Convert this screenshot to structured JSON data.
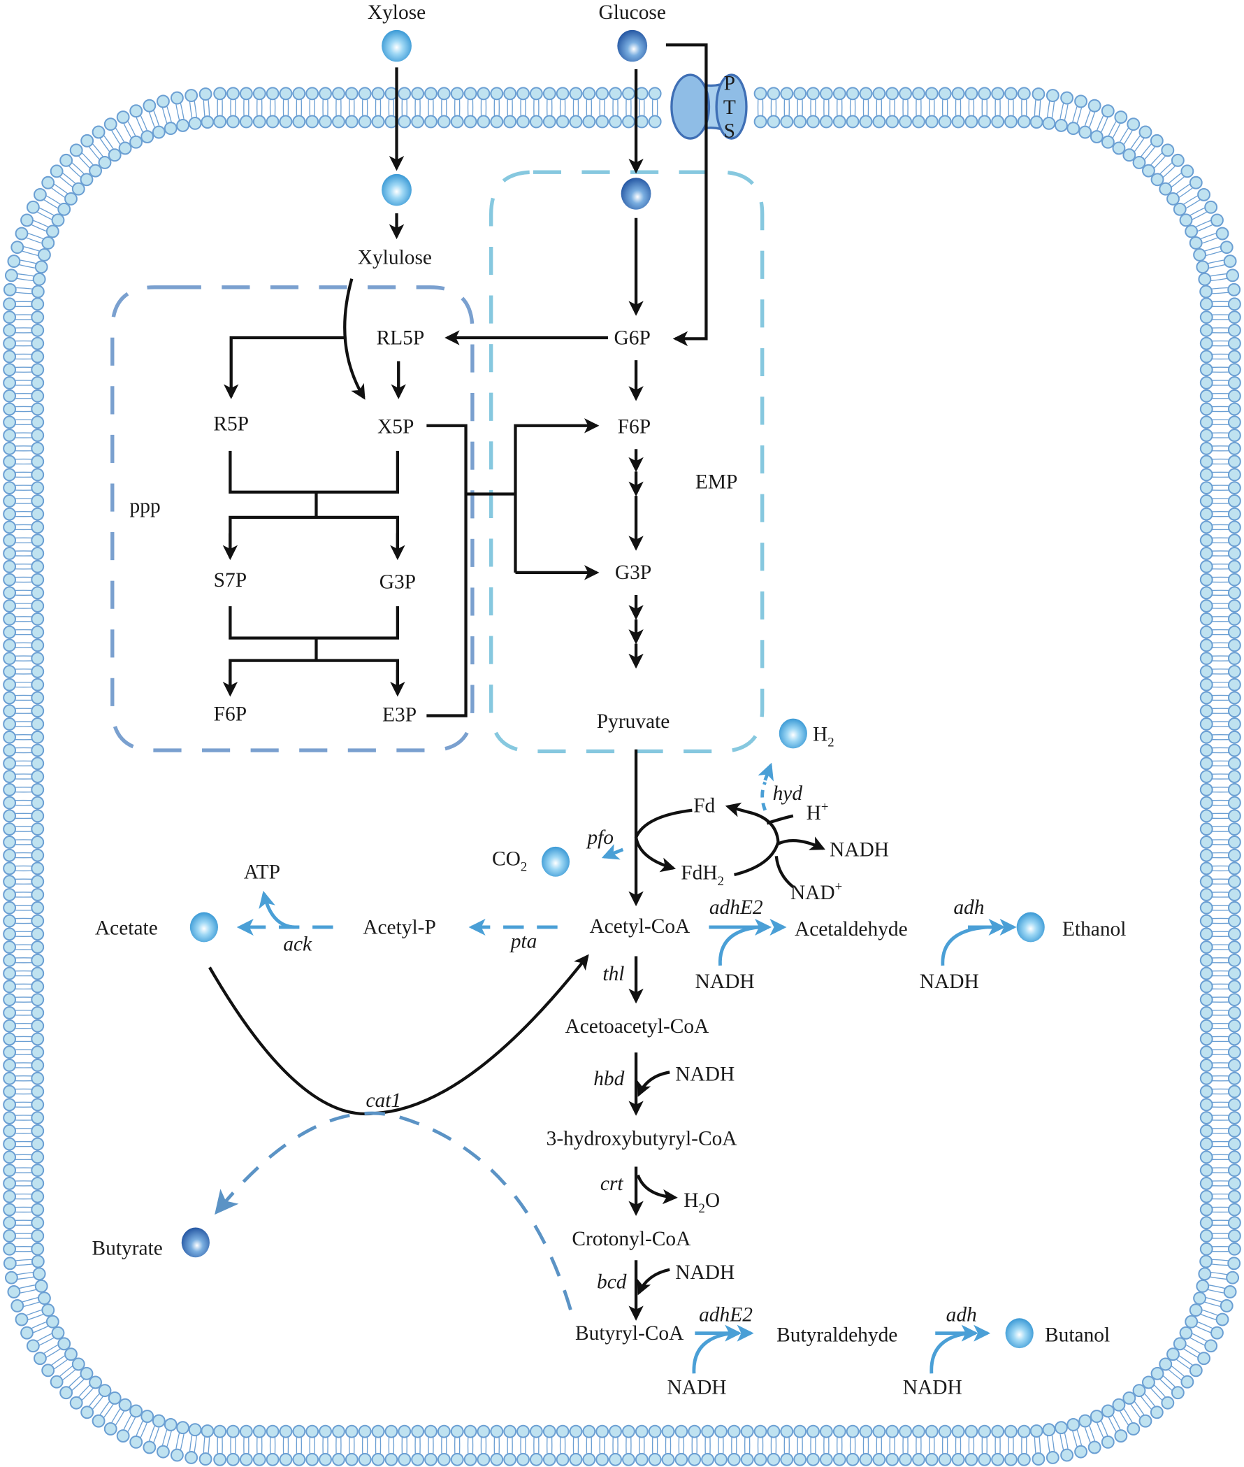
{
  "diagram": {
    "type": "metabolic-pathway",
    "membrane": {
      "transporter_label": [
        "P",
        "T",
        "S"
      ]
    },
    "colors": {
      "membrane_head": "#bfe2f0",
      "membrane_stroke": "#6b9fd3",
      "ppp_box": "#7aa0cf",
      "emp_box": "#86c8df",
      "blue_arrow": "#4a9fd6",
      "black_arrow": "#111111"
    },
    "extracellular": {
      "xylose": "Xylose",
      "glucose": "Glucose"
    },
    "modules": {
      "ppp": "ppp",
      "emp": "EMP"
    },
    "metabolites": {
      "xylulose": "Xylulose",
      "rl5p": "RL5P",
      "r5p": "R5P",
      "x5p": "X5P",
      "s7p": "S7P",
      "g3p_ppp": "G3P",
      "f6p_ppp": "F6P",
      "e3p": "E3P",
      "g6p": "G6P",
      "f6p_emp": "F6P",
      "g3p_emp": "G3P",
      "pyruvate": "Pyruvate",
      "h2": "H",
      "h2_sub": "2",
      "fd": "Fd",
      "fdh2": "FdH",
      "fdh2_sub": "2",
      "h_plus": "H",
      "h_plus_sup": "+",
      "nadh_fd": "NADH",
      "nad_plus": "NAD",
      "nad_plus_sup": "+",
      "co2": "CO",
      "co2_sub": "2",
      "atp": "ATP",
      "acetate": "Acetate",
      "acetyl_p": "Acetyl-P",
      "acetyl_coa": "Acetyl-CoA",
      "acetaldehyde": "Acetaldehyde",
      "ethanol": "Ethanol",
      "nadh_adhe2_eth": "NADH",
      "nadh_adh_eth": "NADH",
      "acetoacetyl_coa": "Acetoacetyl-CoA",
      "nadh_hbd": "NADH",
      "hydroxybutyryl_coa": "3-hydroxybutyryl-CoA",
      "h2o": "H",
      "h2o_sub": "2",
      "h2o_o": "O",
      "crotonyl_coa": "Crotonyl-CoA",
      "nadh_bcd": "NADH",
      "butyryl_coa": "Butyryl-CoA",
      "butyraldehyde": "Butyraldehyde",
      "butanol": "Butanol",
      "nadh_adhe2_but": "NADH",
      "nadh_adh_but": "NADH",
      "butyrate": "Butyrate"
    },
    "enzymes": {
      "hyd": "hyd",
      "pfo": "pfo",
      "ack": "ack",
      "pta": "pta",
      "adhE2_eth": "adhE2",
      "adh_eth": "adh",
      "thl": "thl",
      "cat1": "cat1",
      "hbd": "hbd",
      "crt": "crt",
      "bcd": "bcd",
      "adhE2_but": "adhE2",
      "adh_but": "adh"
    }
  }
}
